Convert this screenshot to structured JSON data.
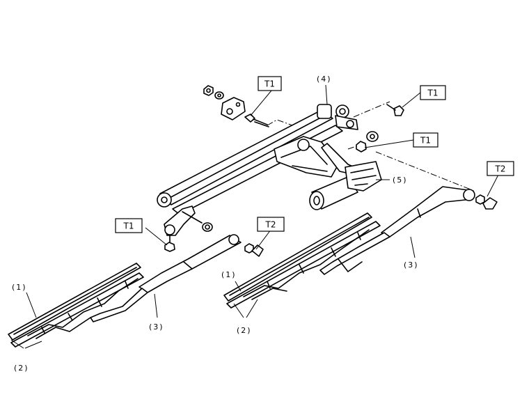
{
  "torque_labels": {
    "t1": "T1",
    "t2": "T2"
  },
  "callouts": {
    "blade": "(1)",
    "rubber": "(2)",
    "arm": "(3)",
    "link": "(4)",
    "motor": "(5)"
  }
}
